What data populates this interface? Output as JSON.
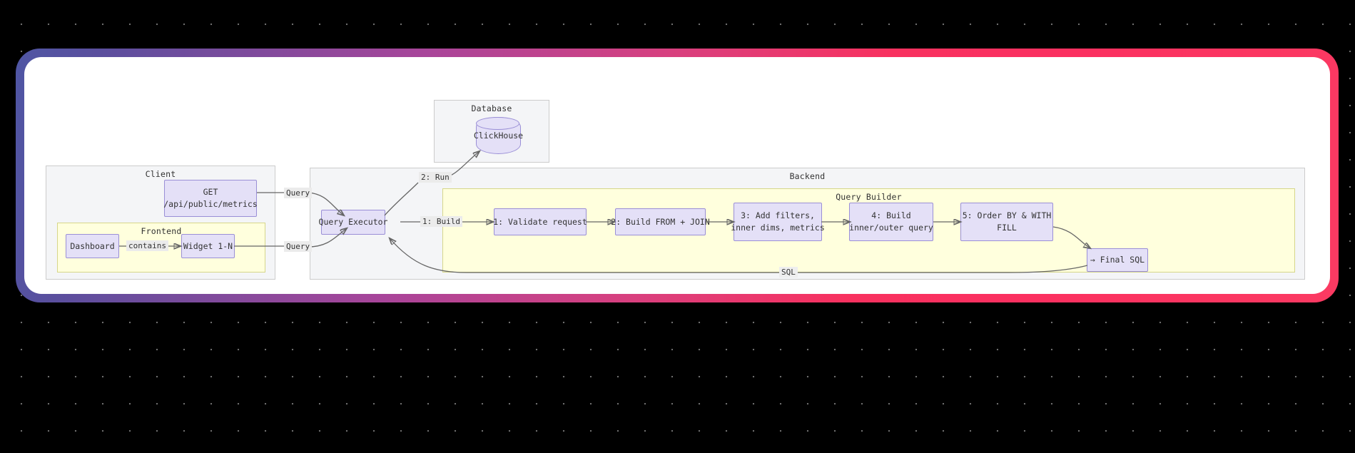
{
  "canvas": {
    "background_color": "#000000",
    "dot_color": "#6e6e6e",
    "card_border_gradient_from": "#4f56a4",
    "card_border_gradient_to": "#fb3a62",
    "card_surface_color": "#ffffff"
  },
  "diagram": {
    "type": "sequence-component-flow",
    "node_fill": "#e4e0f7",
    "node_stroke": "#9a8fd6",
    "cluster_fill": "#f4f5f7",
    "cluster_yellow_fill": "#ffffdd",
    "edge_stroke": "#666666"
  },
  "clusters": {
    "client": {
      "label": "Client"
    },
    "frontend": {
      "label": "Frontend"
    },
    "database": {
      "label": "Database"
    },
    "backend": {
      "label": "Backend"
    },
    "query_builder": {
      "label": "Query Builder"
    }
  },
  "nodes": {
    "get_endpoint": {
      "line1": "GET",
      "line2": "/api/public/metrics"
    },
    "dashboard": {
      "label": "Dashboard"
    },
    "widget": {
      "label": "Widget 1-N"
    },
    "clickhouse": {
      "label": "ClickHouse"
    },
    "query_executor": {
      "label": "Query Executor"
    },
    "step1": {
      "label": "1: Validate request"
    },
    "step2": {
      "label": "2: Build FROM + JOIN"
    },
    "step3": {
      "line1": "3: Add filters,",
      "line2": "inner dims, metrics"
    },
    "step4": {
      "line1": "4: Build",
      "line2": "inner/outer query"
    },
    "step5": {
      "line1": "5: Order BY & WITH",
      "line2": "FILL"
    },
    "final_sql": {
      "label": "→ Final SQL"
    }
  },
  "edges": {
    "contains": {
      "label": "contains"
    },
    "get_to_executor": {
      "label": "Query"
    },
    "widget_to_executor": {
      "label": "Query"
    },
    "executor_to_builder": {
      "label": "1: Build"
    },
    "executor_to_clickhouse": {
      "label": "2: Run"
    },
    "sql_return": {
      "label": "SQL"
    }
  }
}
